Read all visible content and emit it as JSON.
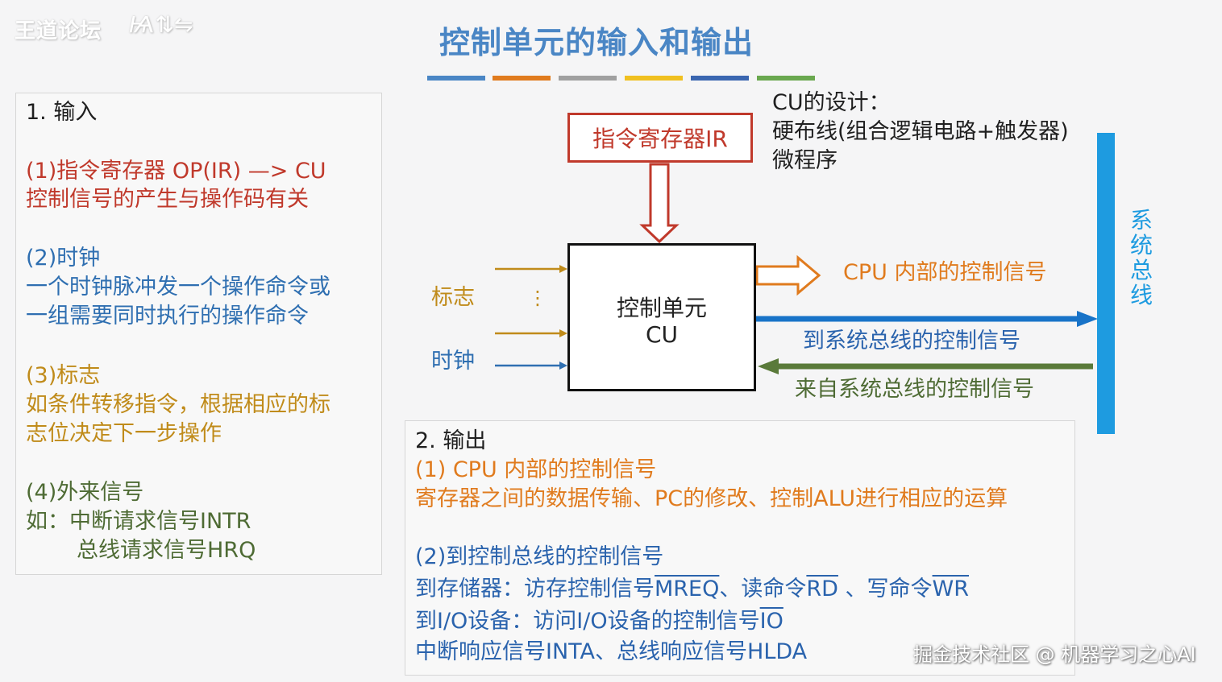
{
  "logo": {
    "text": "王道论坛"
  },
  "title": "控制单元的输入和输出",
  "stripe_colors": [
    "#4a86c5",
    "#e07b1e",
    "#a0a0a0",
    "#f0c020",
    "#3a66b0",
    "#6aa84f"
  ],
  "input_panel": {
    "heading": "1.   输入",
    "item1_line1": "(1)指令寄存器   OP(IR) —> CU",
    "item1_line2": "控制信号的产生与操作码有关",
    "item2_line1": "(2)时钟",
    "item2_line2": "一个时钟脉冲发一个操作命令或",
    "item2_line3": "一组需要同时执行的操作命令",
    "item3_line1": "(3)标志",
    "item3_line2": "如条件转移指令，根据相应的标",
    "item3_line3": "志位决定下一步操作",
    "item4_line1": "(4)外来信号",
    "item4_line2": "如：中断请求信号INTR",
    "item4_line3": "总线请求信号HRQ"
  },
  "diagram": {
    "ir_box": "指令寄存器IR",
    "cu_line1": "控制单元",
    "cu_line2": "CU",
    "flag_label": "标志",
    "dots": "⋮",
    "clock_label": "时钟",
    "cpu_internal": "CPU 内部的控制信号",
    "to_bus": "到系统总线的控制信号",
    "from_bus": "来自系统总线的控制信号",
    "system_bus": "系统总线",
    "cu_design_title": "CU的设计：",
    "cu_design_1": "硬布线(组合逻辑电路+触发器)",
    "cu_design_2": "微程序"
  },
  "output_panel": {
    "heading": "2.   输出",
    "item1_line1": "(1) CPU 内部的控制信号",
    "item1_line2": "寄存器之间的数据传输、PC的修改、控制ALU进行相应的运算",
    "item2_line1": "(2)到控制总线的控制信号",
    "mem_prefix": "到存储器：访存控制信号",
    "mreq": "MREQ",
    "mem_mid": "、读命令",
    "rd": "RD",
    "mem_mid2": " 、写命令",
    "wr": "WR",
    "io_prefix": "到I/O设备：访问I/O设备的控制信号",
    "io": "IO",
    "int_line": "中断响应信号INTA、总线响应信号HLDA"
  },
  "watermark": "掘金技术社区 @ 机器学习之心AI"
}
